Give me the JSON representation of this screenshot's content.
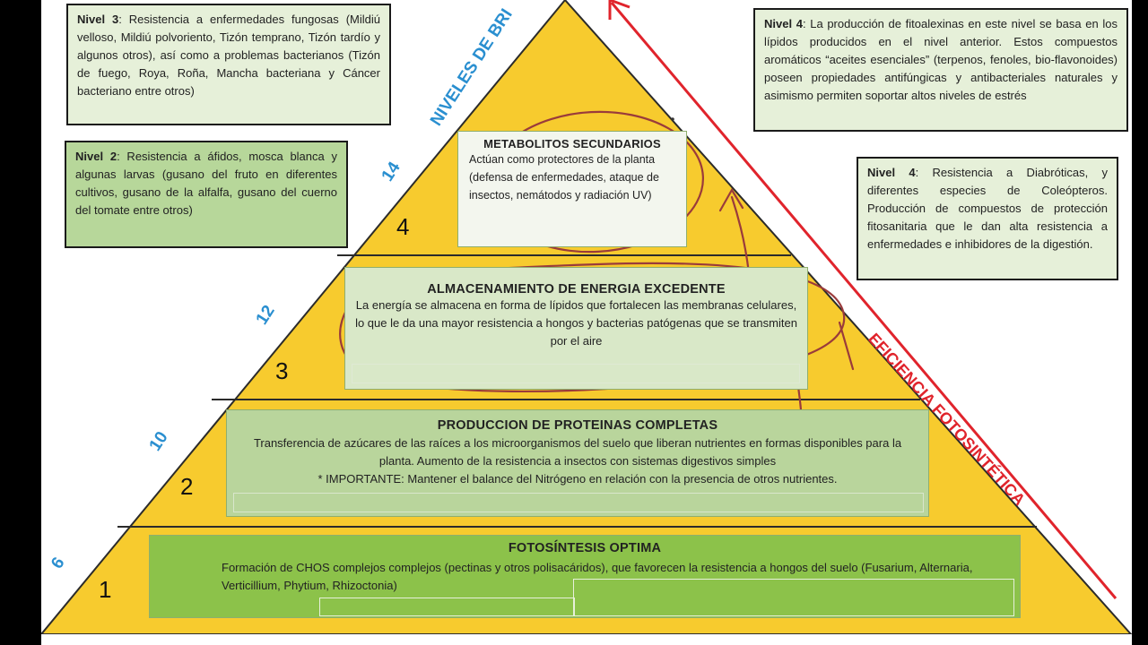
{
  "niveles_label": "NIVELES DE BRI",
  "eficiencia_label": "EFICIENCIA FOTOSINTÉTICA",
  "side_numbers": [
    "14",
    "12",
    "10",
    "6"
  ],
  "level_numbers": [
    "4",
    "3",
    "2",
    "1"
  ],
  "levels": {
    "l4": {
      "title": "METABOLITOS SECUNDARIOS",
      "desc": "Actúan como  protectores de la planta (defensa de enfermedades, ataque de insectos, nemátodos y radiación UV)"
    },
    "l3": {
      "title": "ALMACENAMIENTO DE ENERGIA EXCEDENTE",
      "desc": "La energía se almacena en  forma de  lípidos que fortalecen las membranas celulares, lo que le da una mayor resistencia a hongos y bacterias patógenas que se transmiten por el aire"
    },
    "l2": {
      "title": "PRODUCCION DE PROTEINAS COMPLETAS",
      "desc": "Transferencia de azúcares de las raíces a los microorganismos del suelo que liberan nutrientes en formas disponibles para la planta. Aumento de la resistencia a insectos con sistemas digestivos simples",
      "note": "* IMPORTANTE: Mantener el balance del Nitrógeno en relación con la presencia de otros nutrientes."
    },
    "l1": {
      "title": "FOTOSÍNTESIS OPTIMA",
      "desc": "Formación de CHOS complejos complejos (pectinas y otros polisacáridos),  que favorecen la resistencia a hongos del suelo (Fusarium, Alternaria, Verticillium, Phytium, Rhizoctonia)"
    }
  },
  "notes": {
    "n3": {
      "label": "Nivel 3",
      "text": ": Resistencia a enfermedades fungosas (Mildiú velloso, Mildiú polvoriento, Tizón temprano, Tizón tardío y algunos otros), así como a problemas bacterianos (Tizón de fuego, Roya, Roña, Mancha bacteriana y Cáncer bacteriano entre otros)"
    },
    "n2": {
      "label": "Nivel 2",
      "text": ": Resistencia a áfidos, mosca blanca y  algunas larvas (gusano del fruto en diferentes cultivos, gusano de la alfalfa, gusano del cuerno del tomate entre otros)"
    },
    "n4a": {
      "label": "Nivel 4",
      "text": ": La producción de fitoalexinas en este nivel se basa en los lípidos producidos en el nivel anterior. Estos compuestos aromáticos “aceites esenciales” (terpenos, fenoles, bio-flavonoides) poseen propiedades antifúngicas y antibacteriales naturales y asimismo permiten soportar altos niveles de estrés"
    },
    "n4b": {
      "label": "Nivel 4",
      "text": ": Resistencia a Diabróticas, y diferentes  especies de Coleópteros. Producción de compuestos de protección fitosanitaria que le dan alta resistencia a enfermedades e inhibidores de la digestión."
    }
  },
  "colors": {
    "pyramid": "#f7cb2e",
    "pyramid_edge": "#2b2b2b",
    "side_blue": "#2a8fd0",
    "arrow_red": "#e0242c",
    "ink": "#9a3b3b"
  }
}
